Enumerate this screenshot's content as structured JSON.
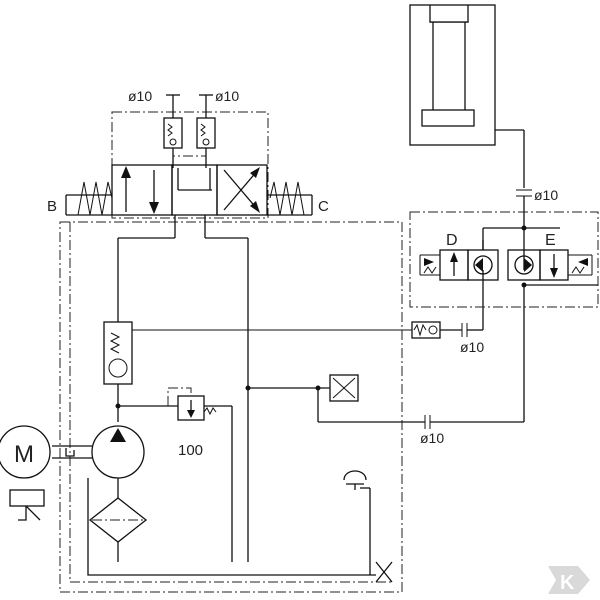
{
  "diagram": {
    "labels": {
      "diam_left": "ø10",
      "diam_right": "ø10",
      "diam_cyl": "ø10",
      "diam_mid": "ø10",
      "diam_low": "ø10",
      "valve_b": "B",
      "valve_c": "C",
      "valve_d": "D",
      "valve_e": "E",
      "relief_setting": "100",
      "motor": "M"
    },
    "watermark_logo": "K"
  }
}
